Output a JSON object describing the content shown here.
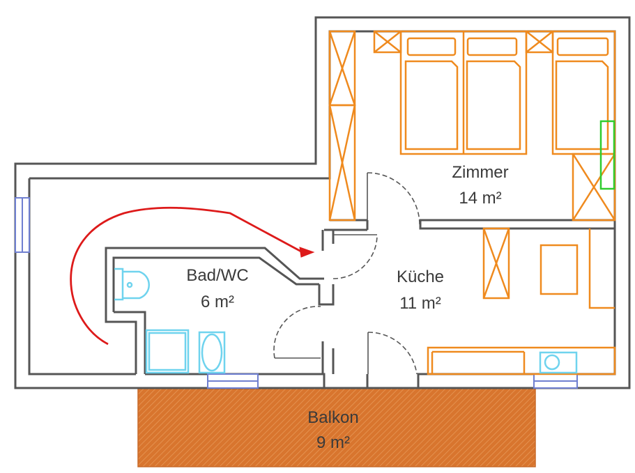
{
  "colors": {
    "wall": "#555555",
    "furniture": "#ef8a1e",
    "sanitary": "#6fd3ee",
    "window": "#6f7fd0",
    "arrow": "#dd1a1a",
    "green_marker": "#2ecc2e",
    "balcony": "#d8752e"
  },
  "rooms": [
    {
      "id": "zimmer",
      "name": "Zimmer",
      "area": "14 m²"
    },
    {
      "id": "kueche",
      "name": "Küche",
      "area": "11 m²"
    },
    {
      "id": "bad",
      "name": "Bad/WC",
      "area": "6 m²"
    },
    {
      "id": "balkon",
      "name": "Balkon",
      "area": "9 m²"
    }
  ]
}
